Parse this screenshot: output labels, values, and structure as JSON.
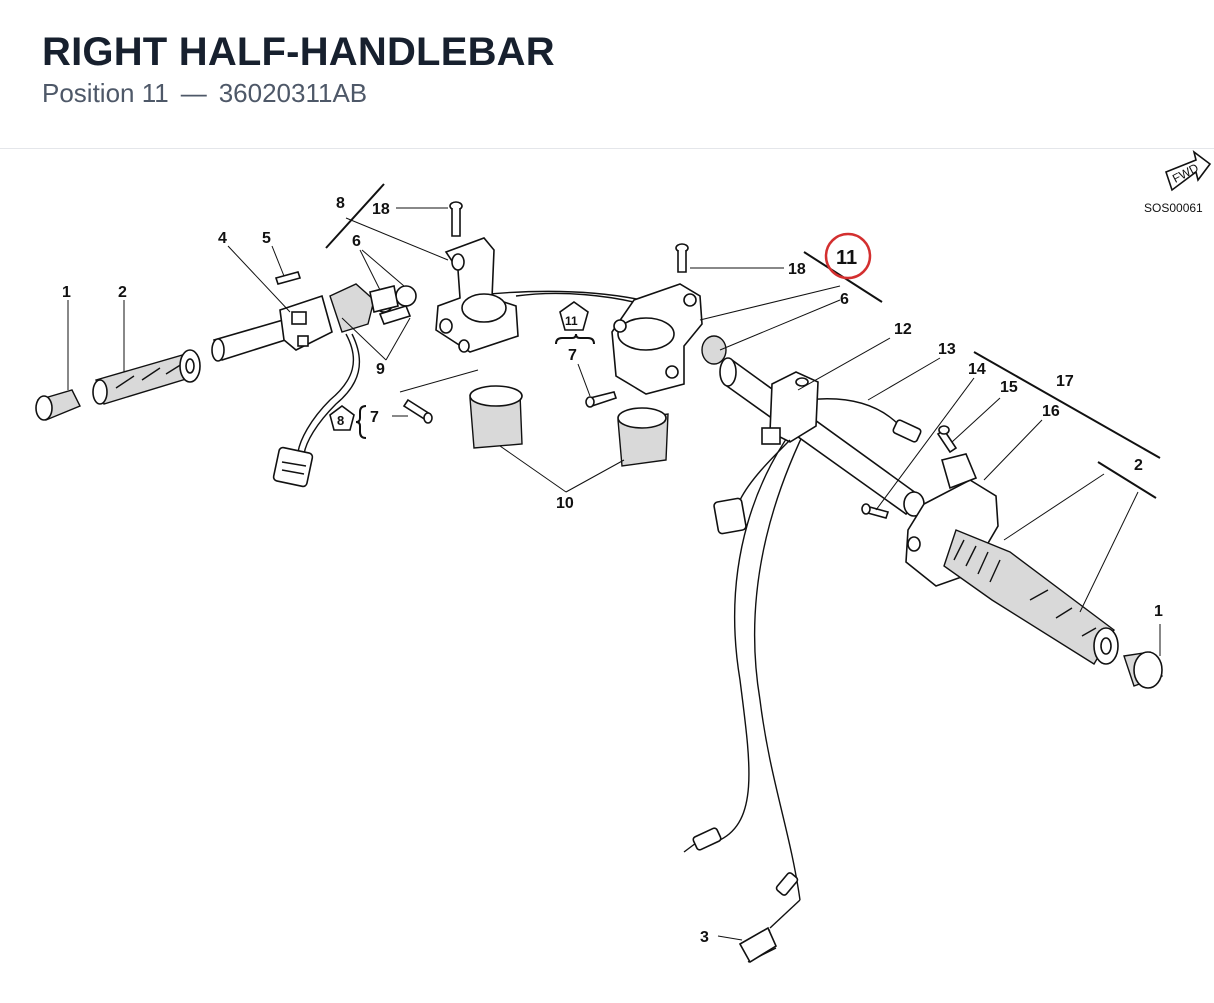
{
  "header": {
    "title": "RIGHT HALF-HANDLEBAR",
    "position_label": "Position 11",
    "separator": "—",
    "part_number": "36020311AB"
  },
  "diagram": {
    "fwd_label": "FWD",
    "drawing_code": "SOS00061",
    "highlight_callout": "11",
    "highlight_color": "#d32f2f",
    "callouts": {
      "c1_left": "1",
      "c2_left": "2",
      "c3": "3",
      "c4": "4",
      "c5": "5",
      "c6_left": "6",
      "c6_right": "6",
      "c7_mid": "7",
      "c7_left": "7",
      "c8_top": "8",
      "c8_pent": "8",
      "c9": "9",
      "c10": "10",
      "c11_pent": "11",
      "c12": "12",
      "c13": "13",
      "c14": "14",
      "c15": "15",
      "c16": "16",
      "c17": "17",
      "c18_left": "18",
      "c18_right": "18",
      "c2_right": "2",
      "c1_right": "1"
    }
  }
}
